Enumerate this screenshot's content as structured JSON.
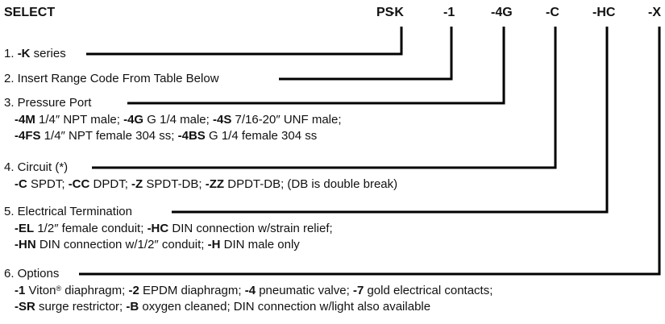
{
  "header": {
    "select": "SELECT",
    "codes": [
      "PS",
      "-K",
      "-1",
      "-4G",
      "-C",
      "-HC",
      "-X"
    ]
  },
  "items": [
    {
      "title": "1. ",
      "title_bold": "-K",
      "title_rest": " series",
      "details": []
    },
    {
      "title": "2. Insert Range Code From Table Below",
      "details": []
    },
    {
      "title": "3. Pressure Port",
      "details": [
        [
          {
            "b": "-4M"
          },
          {
            "t": " 1/4″ NPT male; "
          },
          {
            "b": "-4G"
          },
          {
            "t": " G 1/4 male; "
          },
          {
            "b": "-4S"
          },
          {
            "t": " 7/16-20″ UNF male;"
          }
        ],
        [
          {
            "b": "-4FS"
          },
          {
            "t": " 1/4″ NPT female 304 ss; "
          },
          {
            "b": "-4BS"
          },
          {
            "t": " G 1/4 female 304 ss"
          }
        ]
      ]
    },
    {
      "title": "4. Circuit (*)",
      "details": [
        [
          {
            "b": "-C"
          },
          {
            "t": " SPDT; "
          },
          {
            "b": "-CC"
          },
          {
            "t": " DPDT; "
          },
          {
            "b": "-Z"
          },
          {
            "t": " SPDT-DB; "
          },
          {
            "b": "-ZZ"
          },
          {
            "t": " DPDT-DB; (DB is double break)"
          }
        ]
      ]
    },
    {
      "title": "5. Electrical Termination",
      "details": [
        [
          {
            "b": "-EL"
          },
          {
            "t": " 1/2″ female conduit; "
          },
          {
            "b": "-HC"
          },
          {
            "t": " DIN connection w/strain relief;"
          }
        ],
        [
          {
            "b": "-HN"
          },
          {
            "t": " DIN connection w/1/2″ conduit; "
          },
          {
            "b": "-H"
          },
          {
            "t": " DIN male only"
          }
        ]
      ]
    },
    {
      "title": "6. Options",
      "details": [
        [
          {
            "b": "-1"
          },
          {
            "t": " Viton"
          },
          {
            "sup": "®"
          },
          {
            "t": " diaphragm; "
          },
          {
            "b": "-2"
          },
          {
            "t": " EPDM diaphragm; "
          },
          {
            "b": "-4"
          },
          {
            "t": " pneumatic valve; "
          },
          {
            "b": "-7"
          },
          {
            "t": " gold electrical contacts;"
          }
        ],
        [
          {
            "b": "-SR"
          },
          {
            "t": " surge restrictor; "
          },
          {
            "b": "-B"
          },
          {
            "t": " oxygen cleaned; DIN connection w/light also available"
          }
        ]
      ]
    }
  ]
}
